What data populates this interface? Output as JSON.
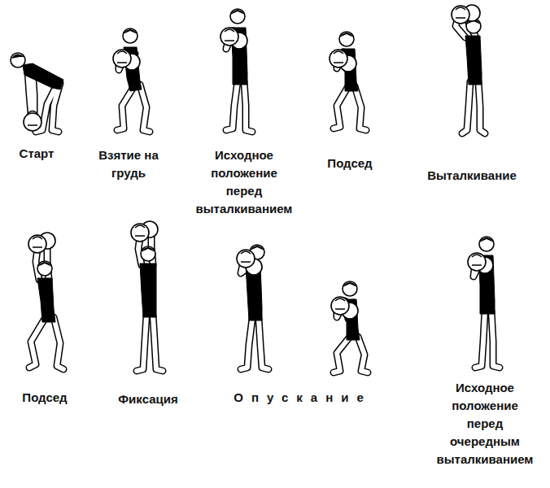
{
  "diagram": {
    "labels": [
      "Старт",
      "Взятие на грудь",
      "Исходное положение перед выталкиванием",
      "Подсед",
      "Выталкивание",
      "Подсед",
      "Фиксация",
      "Опускание",
      "Исходное положение перед очередным выталкиванием"
    ]
  }
}
